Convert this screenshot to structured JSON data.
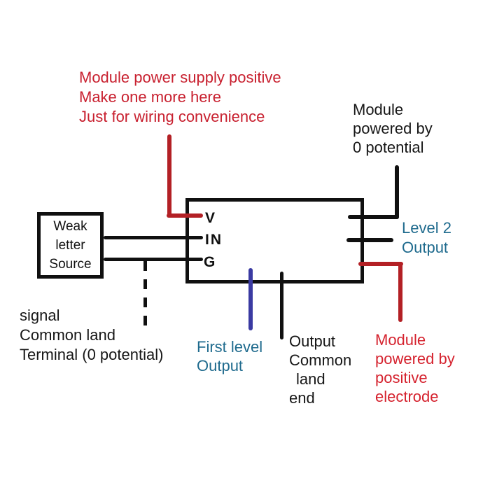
{
  "colors": {
    "red_wire": "#b32025",
    "red_text_top": "#c8202f",
    "red_text_bottom": "#d5222e",
    "teal_text": "#1e6a8d",
    "blue_wire": "#3a3aa2",
    "black": "#101010",
    "background": "#ffffff"
  },
  "module": {
    "pins": {
      "v": "V",
      "in": "IN",
      "g": "G"
    }
  },
  "annotations": {
    "power_positive": {
      "lines": [
        "Module power supply positive",
        "Make one more here",
        "Just for wiring convenience"
      ]
    },
    "module_zero": {
      "lines": [
        "Module",
        "powered by",
        "0 potential"
      ]
    },
    "weak_source": {
      "lines": [
        "Weak",
        "letter",
        "Source"
      ]
    },
    "signal_common": {
      "lines": [
        "signal",
        "Common land",
        "Terminal (0 potential)"
      ]
    },
    "first_level": {
      "lines": [
        "First level",
        "Output"
      ]
    },
    "output_common": {
      "lines": [
        "Output",
        "Common",
        "land",
        "end"
      ]
    },
    "module_positive": {
      "lines": [
        "Module",
        "powered by",
        "positive",
        "electrode"
      ]
    },
    "level2": {
      "lines": [
        "Level 2",
        "Output"
      ]
    }
  }
}
